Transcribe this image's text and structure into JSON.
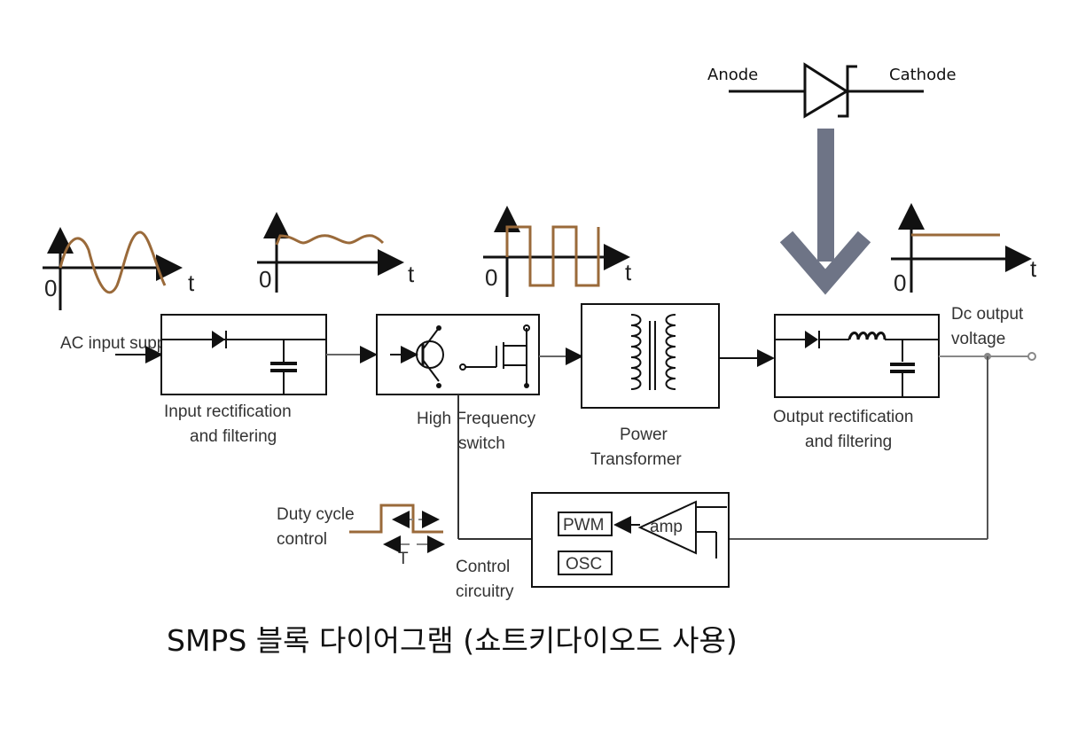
{
  "schottky": {
    "anode": "Anode",
    "cathode": "Cathode"
  },
  "colors": {
    "arrow": "#6e7486",
    "wave": "#9a6a3a",
    "line": "#111111"
  },
  "axes": {
    "zero": "0",
    "time": "t"
  },
  "input": "AC input supply",
  "blocks": {
    "input_rect": [
      "Input rectification",
      "and filtering"
    ],
    "hf_switch": [
      "High Frequency",
      "switch"
    ],
    "transformer": [
      "Power",
      "Transformer"
    ],
    "output_rect": [
      "Output rectification",
      "and filtering"
    ],
    "control": [
      "Control",
      "circuitry"
    ]
  },
  "dc_output": [
    "Dc output",
    "voltage"
  ],
  "duty_cycle": [
    "Duty cycle",
    "control"
  ],
  "period_label": "T",
  "pwm": "PWM",
  "osc": "OSC",
  "amp": "amp",
  "caption": "SMPS 블록 다이어그램 (쇼트키다이오드 사용)"
}
